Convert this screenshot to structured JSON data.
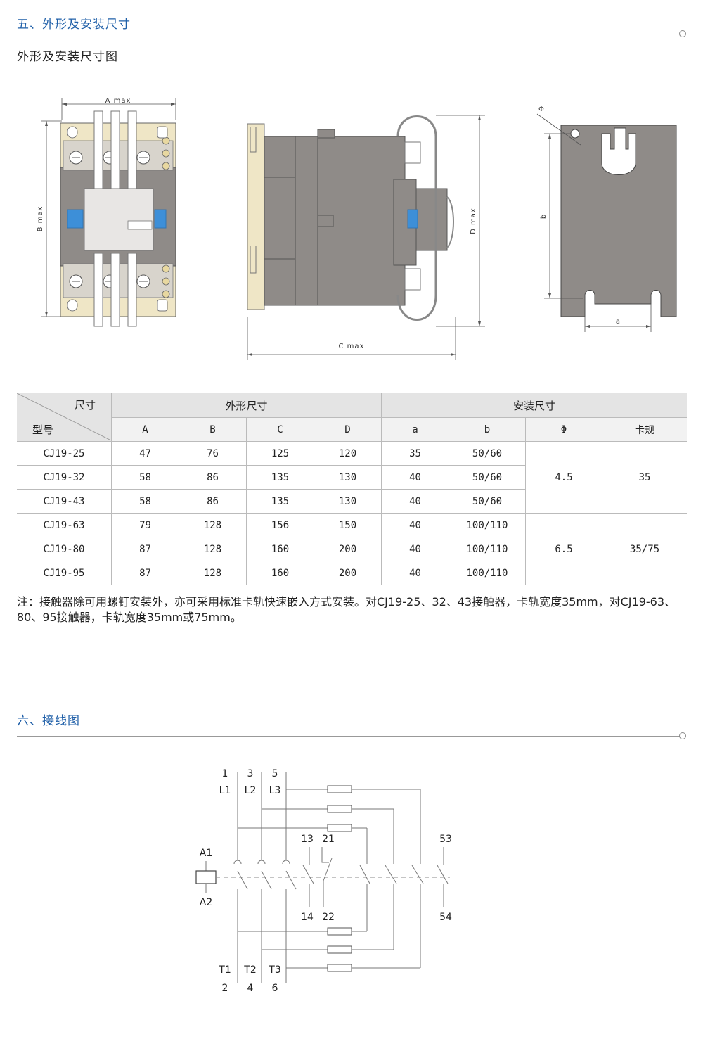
{
  "section5": {
    "title": "五、外形及安装尺寸",
    "subtitle": "外形及安装尺寸图"
  },
  "drawing": {
    "front_width_label": "A max",
    "front_height_label": "B max",
    "side_depth_label": "C max",
    "side_height_label": "D max",
    "plate_height_label": "b",
    "plate_width_label": "a",
    "hole_label": "Φ"
  },
  "table": {
    "corner_top": "尺寸",
    "corner_bottom": "型号",
    "group_outline": "外形尺寸",
    "group_mount": "安装尺寸",
    "subheaders": [
      "A",
      "B",
      "C",
      "D",
      "a",
      "b",
      "Φ",
      "卡规"
    ],
    "rows": [
      {
        "model": "CJ19-25",
        "A": "47",
        "B": "76",
        "C": "125",
        "D": "120",
        "a": "35",
        "b": "50/60"
      },
      {
        "model": "CJ19-32",
        "A": "58",
        "B": "86",
        "C": "135",
        "D": "130",
        "a": "40",
        "b": "50/60"
      },
      {
        "model": "CJ19-43",
        "A": "58",
        "B": "86",
        "C": "135",
        "D": "130",
        "a": "40",
        "b": "50/60"
      },
      {
        "model": "CJ19-63",
        "A": "79",
        "B": "128",
        "C": "156",
        "D": "150",
        "a": "40",
        "b": "100/110"
      },
      {
        "model": "CJ19-80",
        "A": "87",
        "B": "128",
        "C": "160",
        "D": "200",
        "a": "40",
        "b": "100/110"
      },
      {
        "model": "CJ19-95",
        "A": "87",
        "B": "128",
        "C": "160",
        "D": "200",
        "a": "40",
        "b": "100/110"
      }
    ],
    "phi_group1": "4.5",
    "rail_group1": "35",
    "phi_group2": "6.5",
    "rail_group2": "35/75"
  },
  "note": "注：接触器除可用螺钉安装外，亦可采用标准卡轨快速嵌入方式安装。对CJ19-25、32、43接触器，卡轨宽度35mm，对CJ19-63、80、95接触器，卡轨宽度35mm或75mm。",
  "section6": {
    "title": "六、接线图"
  },
  "wiring": {
    "top_numbers": [
      "1",
      "3",
      "5"
    ],
    "top_lines": [
      "L1",
      "L2",
      "L3"
    ],
    "bottom_lines": [
      "T1",
      "T2",
      "T3"
    ],
    "bottom_numbers": [
      "2",
      "4",
      "6"
    ],
    "coil_top": "A1",
    "coil_bottom": "A2",
    "aux_top_nc": "13",
    "aux_top_no": "21",
    "aux_bottom_nc": "14",
    "aux_bottom_no": "22",
    "aux2_top": "53",
    "aux2_bottom": "54"
  },
  "colors": {
    "title_blue": "#1f5fa8",
    "body_gray": "#8f8b88",
    "terminal_cream": "#efe6c6",
    "button_blue": "#3d8fd8"
  }
}
